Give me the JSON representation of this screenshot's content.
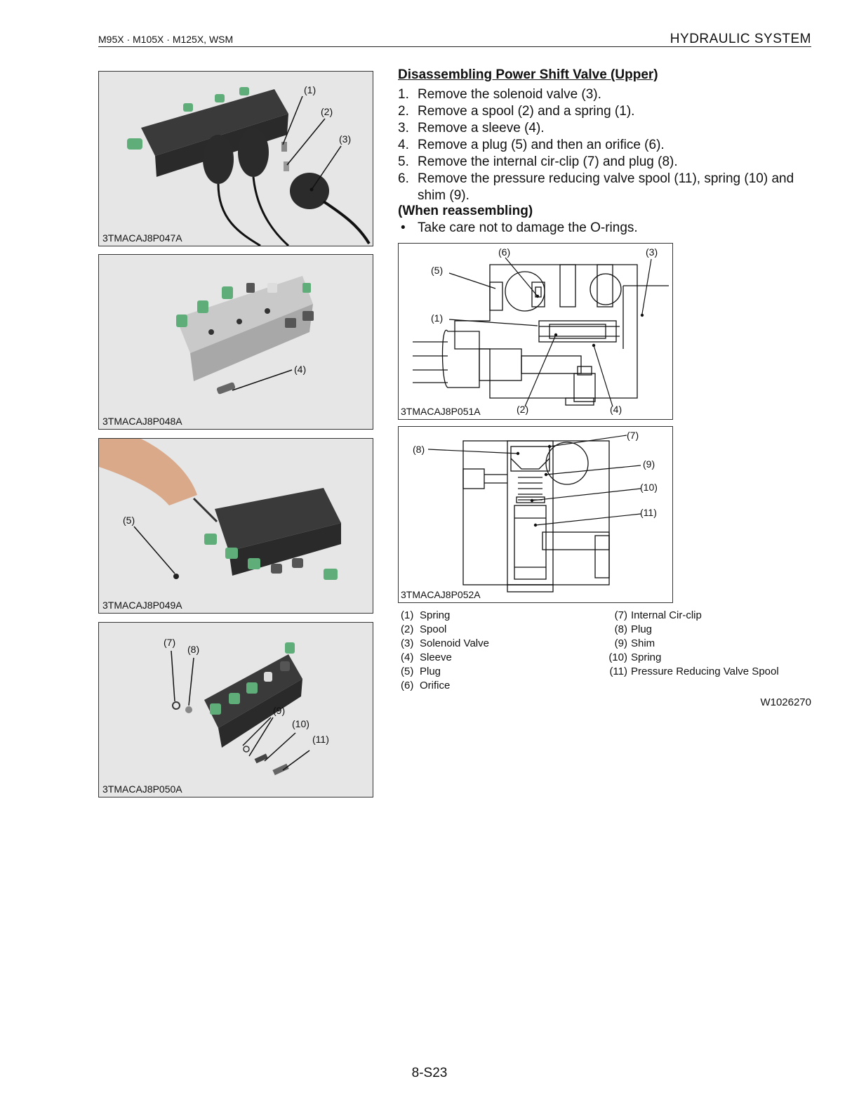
{
  "header": {
    "left": "M95X · M105X · M125X, WSM",
    "right": "HYDRAULIC  SYSTEM"
  },
  "photos": [
    {
      "code": "3TMACAJ8P047A",
      "callouts": [
        "(1)",
        "(2)",
        "(3)"
      ]
    },
    {
      "code": "3TMACAJ8P048A",
      "callouts": [
        "(4)"
      ]
    },
    {
      "code": "3TMACAJ8P049A",
      "callouts": [
        "(5)"
      ]
    },
    {
      "code": "3TMACAJ8P050A",
      "callouts": [
        "(7)",
        "(8)",
        "(9)",
        "(10)",
        "(11)"
      ]
    }
  ],
  "section": {
    "title": "Disassembling Power Shift Valve (Upper)",
    "steps": [
      {
        "num": "1.",
        "text": "Remove the solenoid valve (3)."
      },
      {
        "num": "2.",
        "text": "Remove a spool (2) and a spring (1)."
      },
      {
        "num": "3.",
        "text": "Remove a sleeve (4)."
      },
      {
        "num": "4.",
        "text": "Remove a plug (5) and then an orifice (6)."
      },
      {
        "num": "5.",
        "text": "Remove the internal cir-clip (7) and plug (8)."
      },
      {
        "num": "6.",
        "text": "Remove the pressure reducing valve spool (11), spring (10) and shim (9)."
      }
    ],
    "note_title": "(When reassembling)",
    "note_bullet": "•",
    "note_text": "Take care not to damage the O-rings."
  },
  "diagrams": [
    {
      "code": "3TMACAJ8P051A",
      "callouts": [
        "(6)",
        "(3)",
        "(5)",
        "(1)",
        "(2)",
        "(4)"
      ]
    },
    {
      "code": "3TMACAJ8P052A",
      "callouts": [
        "(7)",
        "(8)",
        "(9)",
        "(10)",
        "(11)"
      ]
    }
  ],
  "legend": {
    "left": [
      {
        "num": "(1)",
        "label": "Spring"
      },
      {
        "num": "(2)",
        "label": "Spool"
      },
      {
        "num": "(3)",
        "label": "Solenoid Valve"
      },
      {
        "num": "(4)",
        "label": "Sleeve"
      },
      {
        "num": "(5)",
        "label": "Plug"
      },
      {
        "num": "(6)",
        "label": "Orifice"
      }
    ],
    "right": [
      {
        "num": "(7)",
        "label": "Internal Cir-clip"
      },
      {
        "num": "(8)",
        "label": "Plug"
      },
      {
        "num": "(9)",
        "label": "Shim"
      },
      {
        "num": "(10)",
        "label": "Spring"
      },
      {
        "num": "(11)",
        "label": "Pressure Reducing Valve Spool"
      }
    ]
  },
  "ref_code": "W1026270",
  "page_number": "8-S23",
  "colors": {
    "photo_bg": "#e6e6e6",
    "valve_body": "#3a3a3a",
    "fitting_green": "#5fae7a",
    "aluminum": "#c9c9c9"
  }
}
